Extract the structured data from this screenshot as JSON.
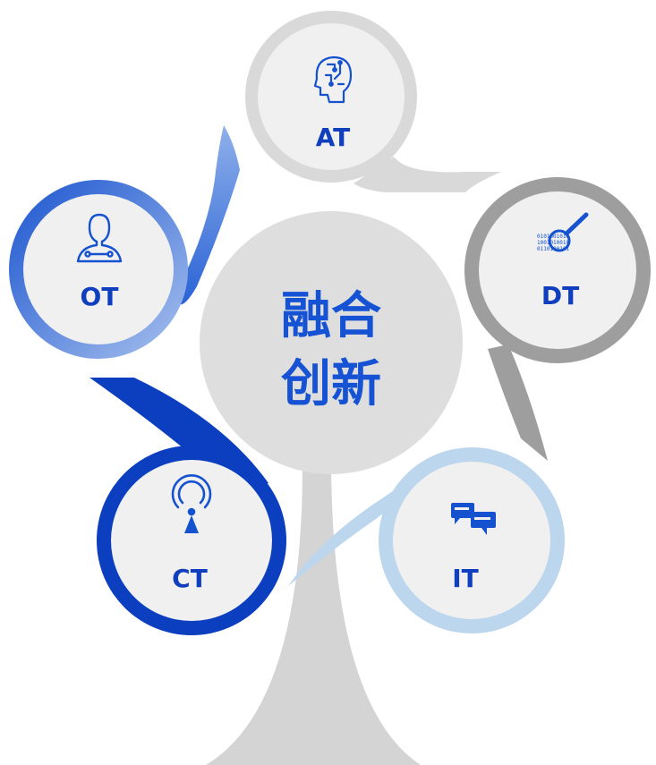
{
  "center": {
    "line1": "融合",
    "line2": "创新"
  },
  "nodes": {
    "at": {
      "label": "AT",
      "icon": "ai-brain-icon",
      "ring_color": "#d9d9d9"
    },
    "ot": {
      "label": "OT",
      "icon": "technician-icon",
      "ring_color": "#2a63d6"
    },
    "dt": {
      "label": "DT",
      "icon": "data-search-icon",
      "ring_color": "#9e9e9e"
    },
    "ct": {
      "label": "CT",
      "icon": "signal-tower-icon",
      "ring_color": "#0b3fc0"
    },
    "it": {
      "label": "IT",
      "icon": "chat-bubbles-icon",
      "ring_color": "#bcd6ee"
    }
  },
  "colors": {
    "center_disc": "#dedede",
    "inner_disc": "#f0f0f0",
    "stem": "#d4d4d4",
    "label_text": "#0f3fbf",
    "center_text": "#1652d4"
  }
}
